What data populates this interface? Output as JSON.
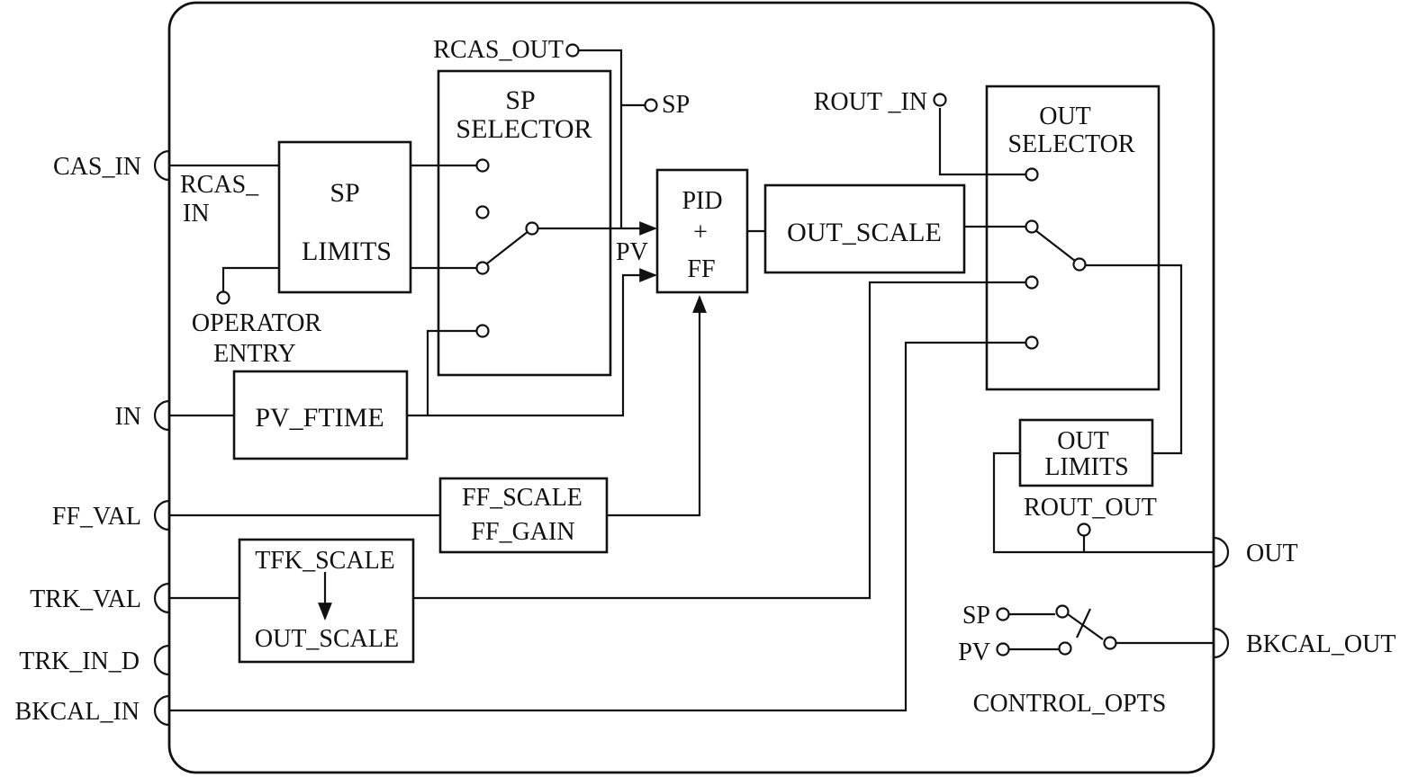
{
  "inputs": {
    "cas_in": "CAS_IN",
    "in": "IN",
    "ff_val": "FF_VAL",
    "trk_val": "TRK_VAL",
    "trk_in_d": "TRK_IN_D",
    "bkcal_in": "BKCAL_IN"
  },
  "outputs": {
    "out": "OUT",
    "bkcal_out": "BKCAL_OUT"
  },
  "signals": {
    "rcas_out": "RCAS_OUT",
    "sp": "SP",
    "rout_in": "ROUT _IN",
    "rout_out": "ROUT_OUT",
    "rcas_in_line1": "RCAS_",
    "rcas_in_line2": "IN",
    "operator_entry_line1": "OPERATOR",
    "operator_entry_line2": "ENTRY",
    "pv": "PV",
    "control_sp": "SP",
    "control_pv": "PV",
    "control_opts": "CONTROL_OPTS"
  },
  "blocks": {
    "sp_limits": {
      "line1": "SP",
      "line2": "LIMITS"
    },
    "sp_selector": {
      "line1": "SP",
      "line2": "SELECTOR"
    },
    "pid": {
      "line1": "PID",
      "line2": "+",
      "line3": "FF"
    },
    "out_scale": {
      "label": "OUT_SCALE"
    },
    "out_selector": {
      "line1": "OUT",
      "line2": "SELECTOR"
    },
    "out_limits": {
      "line1": "OUT",
      "line2": "LIMITS"
    },
    "pv_ftime": {
      "label": "PV_FTIME"
    },
    "ff_scale": {
      "line1": "FF_SCALE",
      "line2": "FF_GAIN"
    },
    "tfk_scale": {
      "line1": "TFK_SCALE",
      "line2": "OUT_SCALE"
    }
  },
  "colors": {
    "ink": "#111111",
    "background": "#ffffff"
  }
}
